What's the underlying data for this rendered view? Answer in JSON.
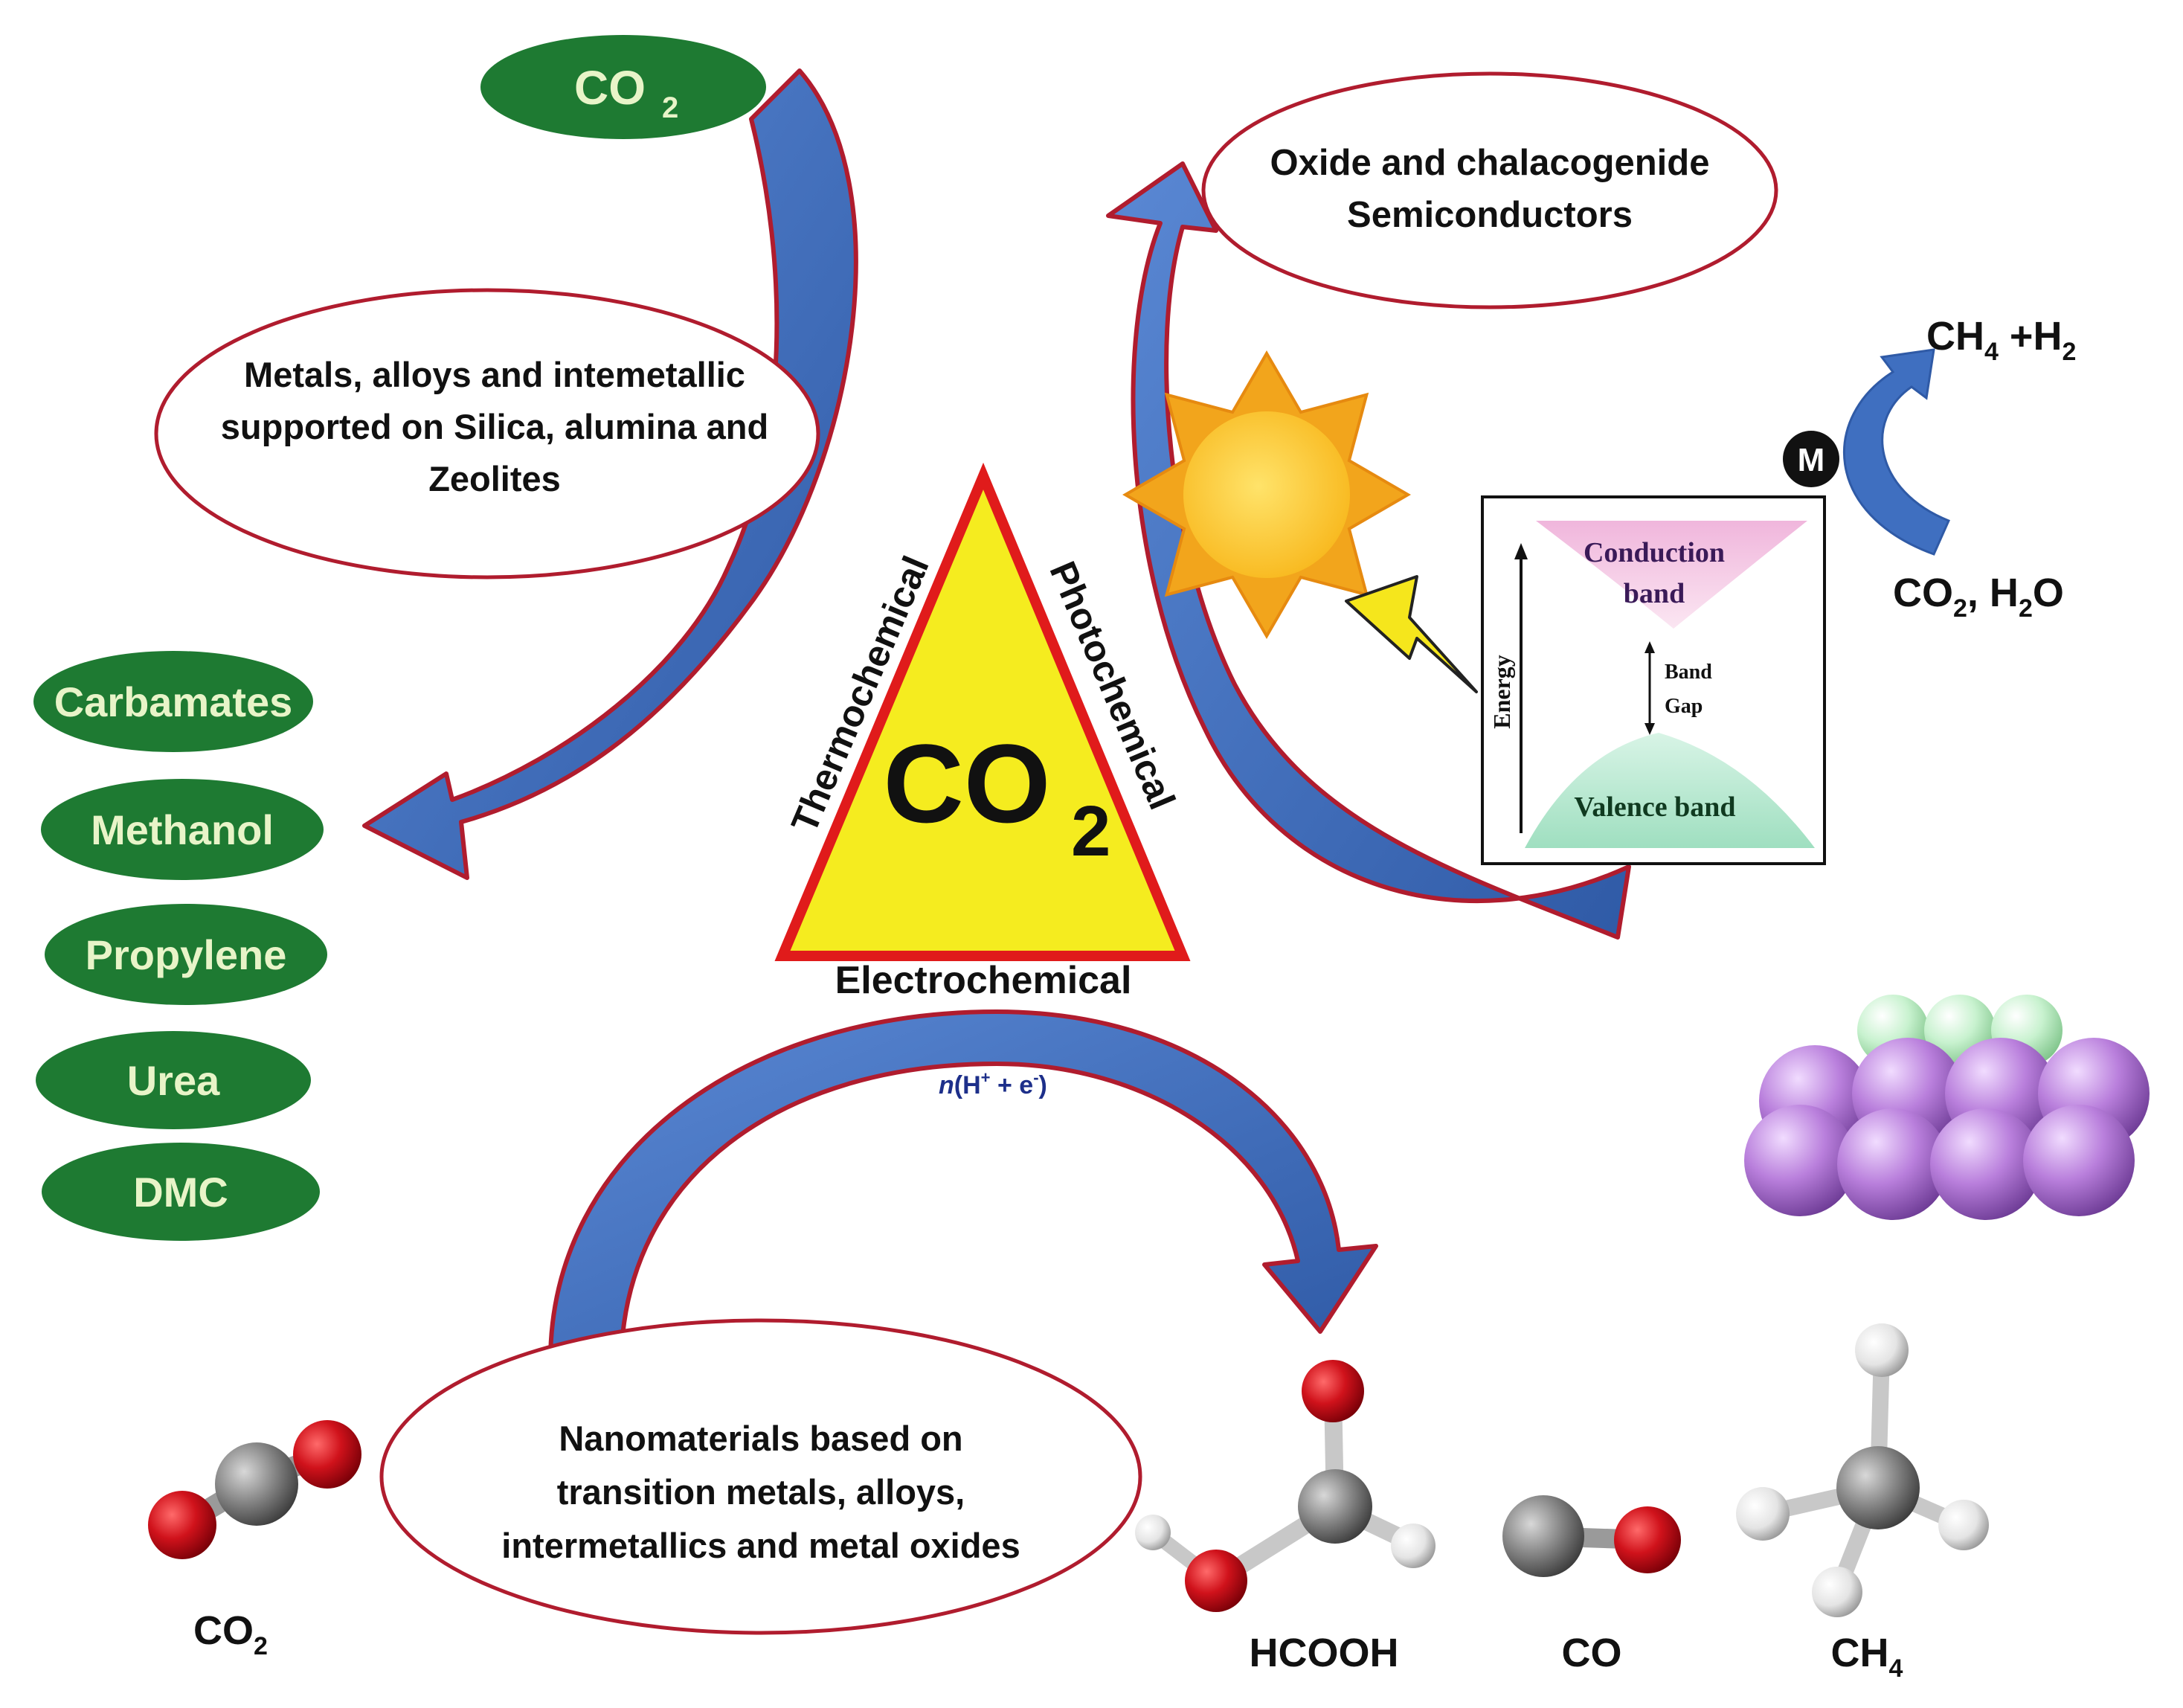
{
  "center": {
    "formula_main": "CO",
    "formula_sub": "2",
    "side_left": "Thermochemical",
    "side_right": "Photochemical",
    "side_bottom": "Electrochemical"
  },
  "top_source": {
    "main": "CO",
    "sub": "2"
  },
  "thermo_catalyst": {
    "line1": "Metals, alloys and intemetallic",
    "line2": "supported on Silica, alumina and",
    "line3": "Zeolites"
  },
  "photo_catalyst": {
    "line1": "Oxide and chalacogenide",
    "line2": "Semiconductors"
  },
  "electro_catalyst": {
    "line1": "Nanomaterials based on",
    "line2": "transition metals, alloys,",
    "line3": "intermetallics and metal oxides"
  },
  "thermo_products": [
    "Carbamates",
    "Methanol",
    "Propylene",
    "Urea",
    "DMC"
  ],
  "band_diagram": {
    "conduction_line1": "Conduction",
    "conduction_line2": "band",
    "gap_line1": "Band",
    "gap_line2": "Gap",
    "valence": "Valence band",
    "energy": "Energy"
  },
  "photo_reaction": {
    "metal": "M",
    "product_a": "CH",
    "product_a_sub": "4",
    "product_b": " +H",
    "product_b_sub": "2",
    "reactant_a": "CO",
    "reactant_a_sub": "2",
    "reactant_b": ", H",
    "reactant_b_sub": "2",
    "reactant_c": "O"
  },
  "electro_label": {
    "n": "n",
    "open": "(H",
    "plus": "+",
    "mid": " + e",
    "minus": "-",
    "close": ")"
  },
  "molecules": {
    "co2_main": "CO",
    "co2_sub": "2",
    "hcooh": "HCOOH",
    "co": "CO",
    "ch4_main": "CH",
    "ch4_sub": "4"
  },
  "colors": {
    "arrow_fill": "#3f6fc0",
    "arrow_edge": "#b01c2e",
    "pill_fill": "#1e7a32",
    "ellipse_border": "#b01c2e",
    "triangle_fill": "#f5ec1f",
    "triangle_edge": "#e01b1b",
    "sun_outer": "#f2a51c",
    "sun_inner": "#ffd233",
    "oxygen": "#d0121b",
    "carbon": "#8a8a8a",
    "hydrogen": "#e6e6e6"
  }
}
